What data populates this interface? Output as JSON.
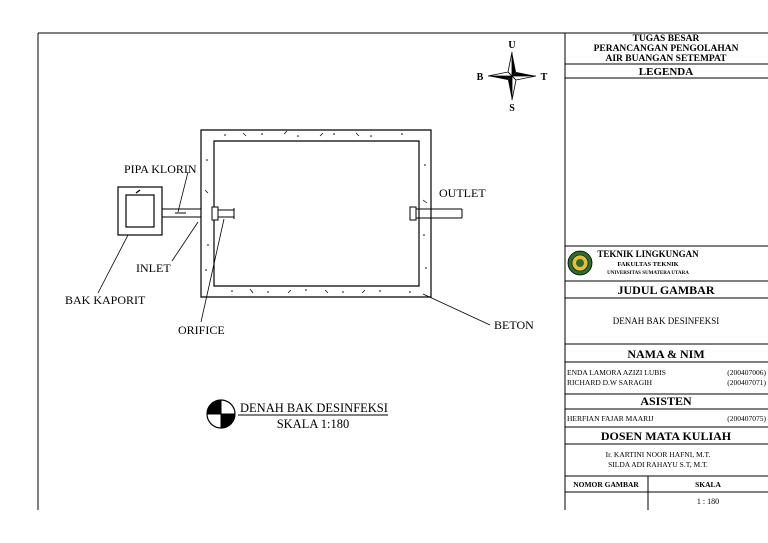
{
  "drawing": {
    "compass": {
      "north": "U",
      "south": "S",
      "west": "B",
      "east": "T"
    },
    "labels": {
      "pipa_klorin": "PIPA KLORIN",
      "outlet": "OUTLET",
      "inlet": "INLET",
      "bak_kaporit": "BAK KAPORIT",
      "orifice": "ORIFICE",
      "beton": "BETON"
    },
    "caption": {
      "title": "DENAH BAK DESINFEKSI",
      "scale": "SKALA 1:180"
    }
  },
  "title_block": {
    "project_line1": "TUGAS BESAR",
    "project_line2": "PERANCANGAN PENGOLAHAN",
    "project_line3": "AIR BUANGAN SETEMPAT",
    "legend_header": "LEGENDA",
    "institution_line1": "TEKNIK LINGKUNGAN",
    "institution_line2": "FAKULTAS TEKNIK",
    "institution_line3": "UNIVERSITAS SUMATERA UTARA",
    "judul_header": "JUDUL GAMBAR",
    "judul_value": "DENAH BAK DESINFEKSI",
    "nama_header": "NAMA & NIM",
    "students": [
      {
        "name": "ENDA LAMORA AZIZI LUBIS",
        "nim": "(200407006)"
      },
      {
        "name": "RICHARD D.W SARAGIH",
        "nim": "(200407071)"
      }
    ],
    "asisten_header": "ASISTEN",
    "asisten": {
      "name": "HERFIAN FAJAR MAARIJ",
      "nim": "(200407075)"
    },
    "dosen_header": "DOSEN MATA KULIAH",
    "dosen": [
      "Ir. KARTINI NOOR HAFNI, M.T.",
      "SILDA ADI RAHAYU S.T, M.T."
    ],
    "nomor_header": "NOMOR GAMBAR",
    "skala_header": "SKALA",
    "skala_value": "1 : 180"
  }
}
